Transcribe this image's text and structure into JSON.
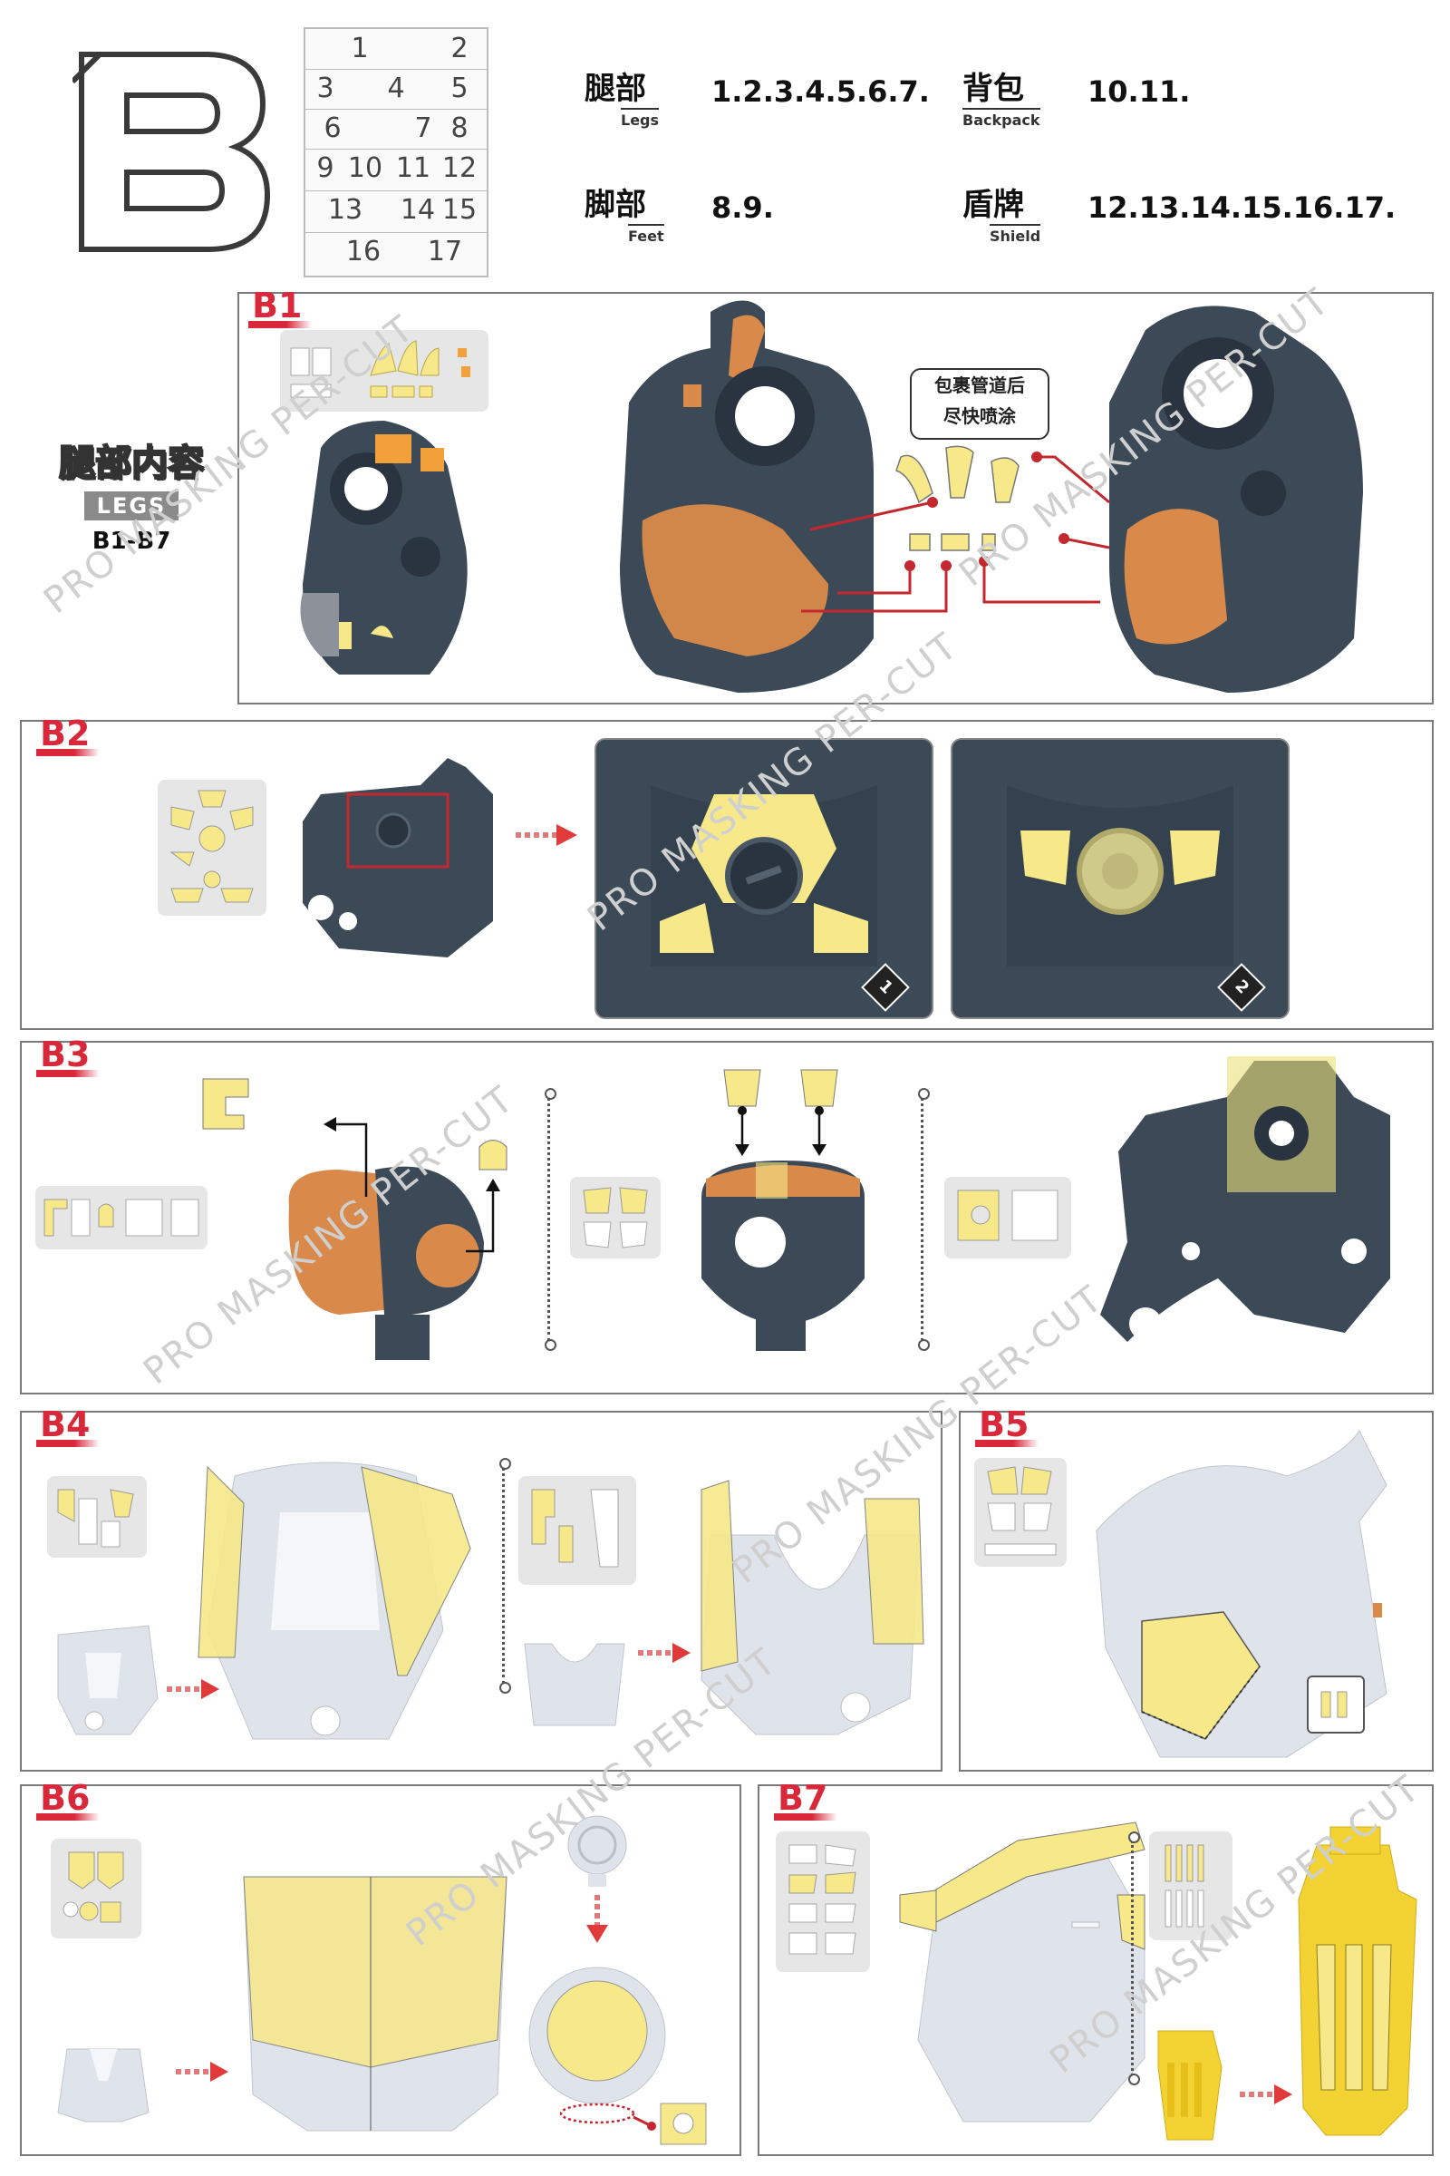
{
  "header": {
    "letter": "B",
    "sheet_numbers": [
      "1",
      "2",
      "3",
      "4",
      "5",
      "6",
      "7",
      "8",
      "9",
      "10",
      "11",
      "12",
      "13",
      "14",
      "15",
      "16",
      "17"
    ],
    "legend": [
      {
        "cn": "腿部",
        "en": "Legs",
        "value": "1.2.3.4.5.6.7."
      },
      {
        "cn": "背包",
        "en": "Backpack",
        "value": "10.11."
      },
      {
        "cn": "脚部",
        "en": "Feet",
        "value": "8.9."
      },
      {
        "cn": "盾牌",
        "en": "Shield",
        "value": "12.13.14.15.16.17."
      }
    ]
  },
  "section": {
    "cn": "腿部内容",
    "en": "LEGS",
    "range": "B1-B7"
  },
  "steps": {
    "b1": {
      "label": "B1",
      "note_line1": "包裹管道后",
      "note_line2": "尽快喷涂"
    },
    "b2": {
      "label": "B2",
      "badge1": "1",
      "badge2": "2"
    },
    "b3": {
      "label": "B3"
    },
    "b4": {
      "label": "B4"
    },
    "b5": {
      "label": "B5"
    },
    "b6": {
      "label": "B6"
    },
    "b7": {
      "label": "B7"
    }
  },
  "watermark": {
    "text": "PRO MASKING PER-CUT"
  },
  "colors": {
    "mask_yellow": "#f7e889",
    "part_navy": "#3c4a58",
    "part_grey": "#dfe3ea",
    "tape_orange": "#d98a4a",
    "accent_red": "#d8283a"
  }
}
